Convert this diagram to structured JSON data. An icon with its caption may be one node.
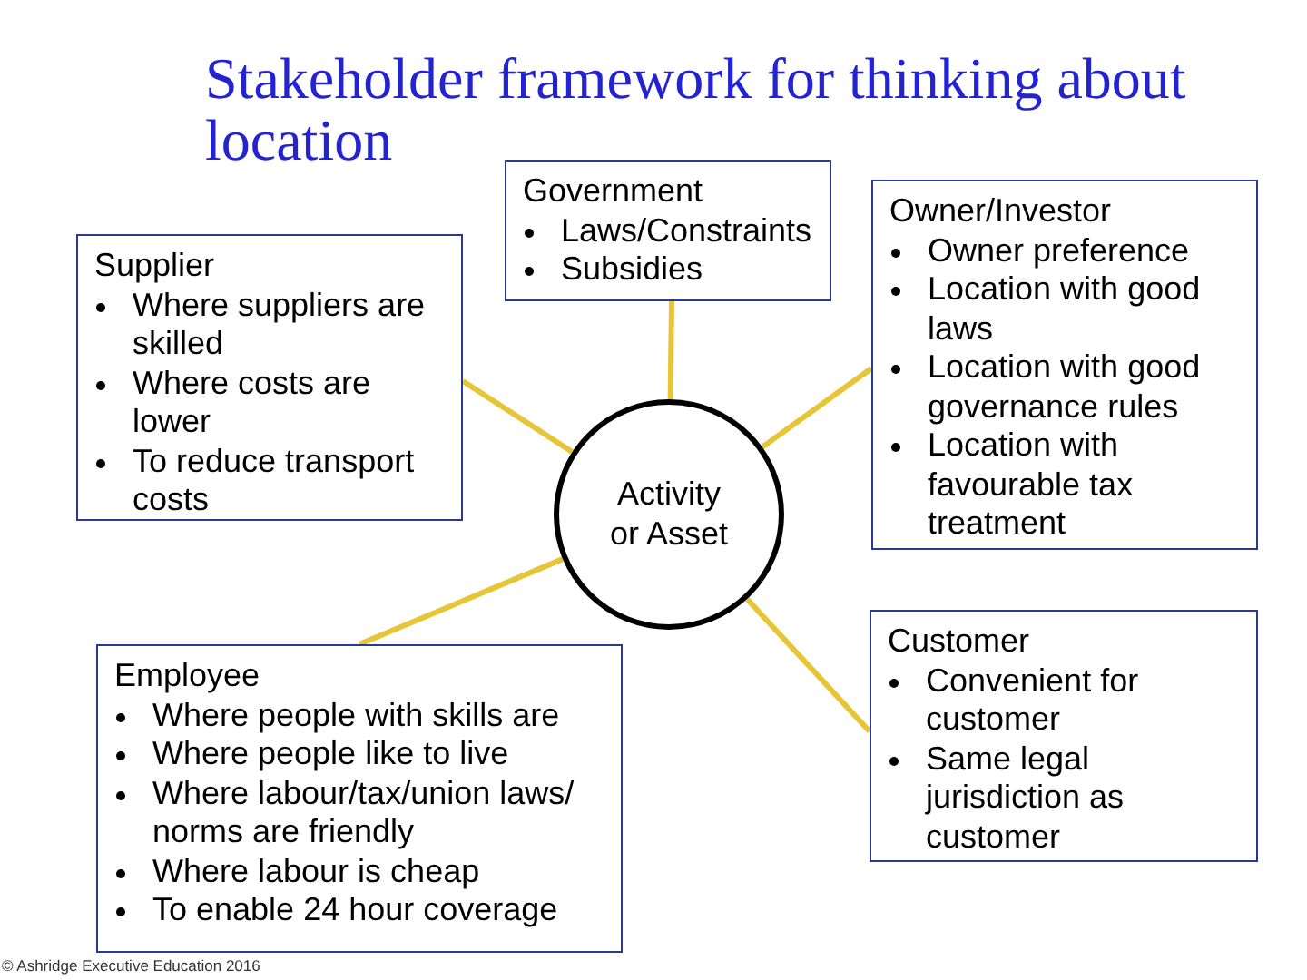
{
  "diagram": {
    "title": "Stakeholder framework for thinking about location",
    "nodes": [
      {
        "text": [
          "Government",
          "Laws/Constraints",
          "Subsidies"
        ]
      },
      {
        "text": [
          "Supplier",
          "Where suppliers are skilled",
          "Where costs are lower",
          "To reduce transport costs"
        ]
      },
      {
        "text": [
          "Owner/Investor",
          "Owner preference",
          "Location with good laws",
          "Location with good governance rules",
          "Location with favourable tax treatment"
        ]
      },
      {
        "text": [
          "Activity or Asset"
        ]
      },
      {
        "text": [
          "Employee",
          "Where people with skills are",
          "Where people like to live",
          "Where labour/tax/union laws/ norms are friendly",
          "Where labour is cheap",
          "To enable 24 hour coverage"
        ]
      },
      {
        "text": [
          "Customer",
          "Convenient for customer",
          "Same legal jurisdiction as customer"
        ]
      }
    ],
    "edges": [
      {
        "from": 3,
        "to": 0,
        "arrow": "none"
      },
      {
        "from": 3,
        "to": 1,
        "arrow": "none"
      },
      {
        "from": 3,
        "to": 2,
        "arrow": "none"
      },
      {
        "from": 3,
        "to": 4,
        "arrow": "none"
      },
      {
        "from": 3,
        "to": 5,
        "arrow": "none"
      }
    ],
    "labels": [
      "© Ashridge Executive Education 2016"
    ]
  }
}
